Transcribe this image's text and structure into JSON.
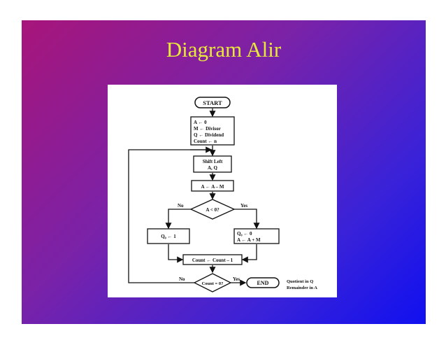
{
  "slide": {
    "title": "Diagram Alir"
  },
  "flowchart": {
    "start": "START",
    "init": [
      "A ← 0",
      "M ← Divisor",
      "Q ← Dividend",
      "Count ← n"
    ],
    "shift": [
      "Shift Left",
      "A, Q"
    ],
    "subtract": "A ← A – M",
    "decision1": "A < 0?",
    "no_label": "No",
    "yes_label": "Yes",
    "left_box": "Q₀ ← 1",
    "right_box": [
      "Q₀ ← 0",
      "A ← A + M"
    ],
    "decrement": "Count ← Count – 1",
    "decision2": "Count = 0?",
    "end": "END",
    "result": [
      "Quotient in Q",
      "Remainder in A"
    ]
  }
}
